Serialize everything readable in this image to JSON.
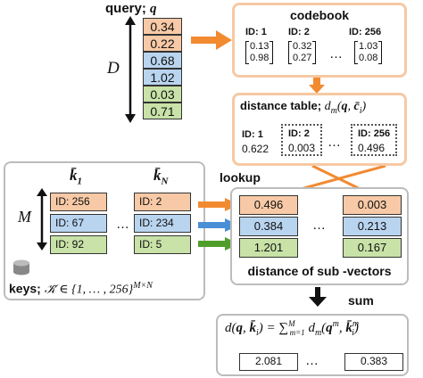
{
  "query": {
    "label": "query; ",
    "symbol": "q",
    "dim_label": "D",
    "values": [
      "0.34",
      "0.22",
      "0.68",
      "1.02",
      "0.03",
      "0.71"
    ]
  },
  "codebook": {
    "title": "codebook",
    "entries": [
      {
        "id": "ID: 1",
        "v1": "0.13",
        "v2": "0.98"
      },
      {
        "id": "ID: 2",
        "v1": "0.32",
        "v2": "0.27"
      },
      {
        "id": "ID: 256",
        "v1": "1.03",
        "v2": "0.08"
      }
    ]
  },
  "distance_table": {
    "title": "distance table; ",
    "formula": "d_m(q, c̄_i)",
    "entries": [
      {
        "id": "ID: 1",
        "value": "0.622"
      },
      {
        "id": "ID: 2",
        "value": "0.003"
      },
      {
        "id": "ID: 256",
        "value": "0.496"
      }
    ]
  },
  "keys": {
    "col1_label": "k̄",
    "col1_sub": "1",
    "colN_label": "k̄",
    "colN_sub": "N",
    "dim_label": "M",
    "col1": [
      "ID: 256",
      "ID: 67",
      "ID: 92"
    ],
    "colN": [
      "ID: 2",
      "ID: 234",
      "ID: 5"
    ],
    "caption": "keys; ",
    "caption_math": "𝒦̄ ∈ {1, … , 256}",
    "caption_sup": "M×N"
  },
  "lookup": {
    "label": "lookup",
    "col1": [
      "0.496",
      "0.384",
      "1.201"
    ],
    "colN": [
      "0.003",
      "0.213",
      "0.167"
    ],
    "caption": "distance of sub -vectors"
  },
  "sum": {
    "label": "sum",
    "formula": "d(q, k̄_i) = Σ_{m=1}^{M} d_m(q^m, k̄_i^m)",
    "values": [
      "2.081",
      "0.383"
    ]
  },
  "colors": {
    "orange": "#f7c9a6",
    "blue": "#b9d4ef",
    "green": "#c8e2a7",
    "arrow_orange": "#f28a30",
    "arrow_blue": "#4a8fd6",
    "arrow_green": "#4f9e2a"
  }
}
